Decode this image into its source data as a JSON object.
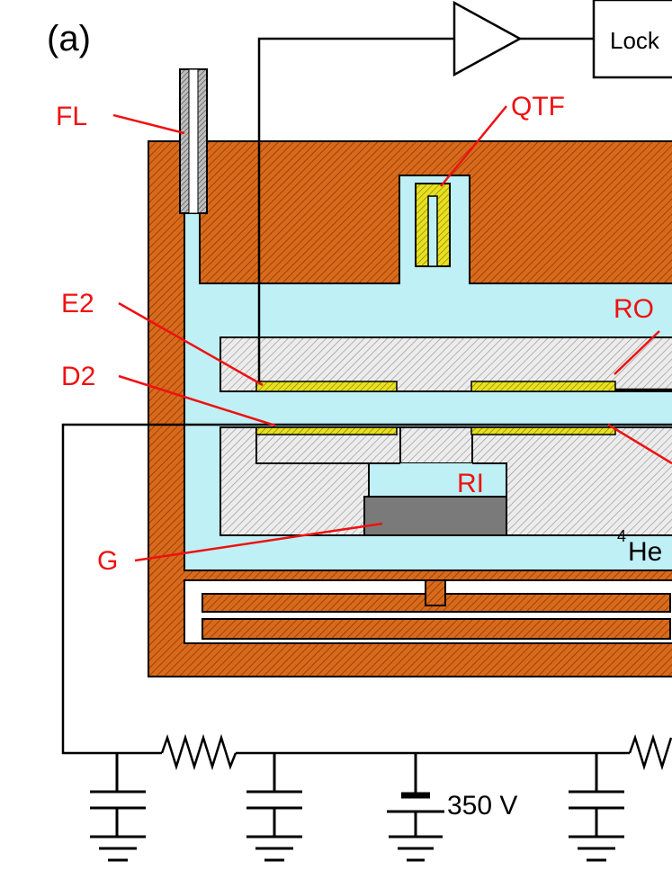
{
  "panel_label": "(a)",
  "amplifier_box_label": "Lock",
  "labels": {
    "fl": "FL",
    "qtf": "QTF",
    "e2": "E2",
    "ro": "RO",
    "d2": "D2",
    "ri": "RI",
    "g": "G",
    "he_sup": "4",
    "he_main": "He",
    "voltage": "350 V"
  },
  "colors": {
    "label_red": "#ee1111",
    "copper": "#d96a1c",
    "helium": "#bff0f5",
    "electrode": "#e8e020",
    "gray_hatch": "#d4d4d4",
    "gray_block": "#7a7a7a"
  }
}
